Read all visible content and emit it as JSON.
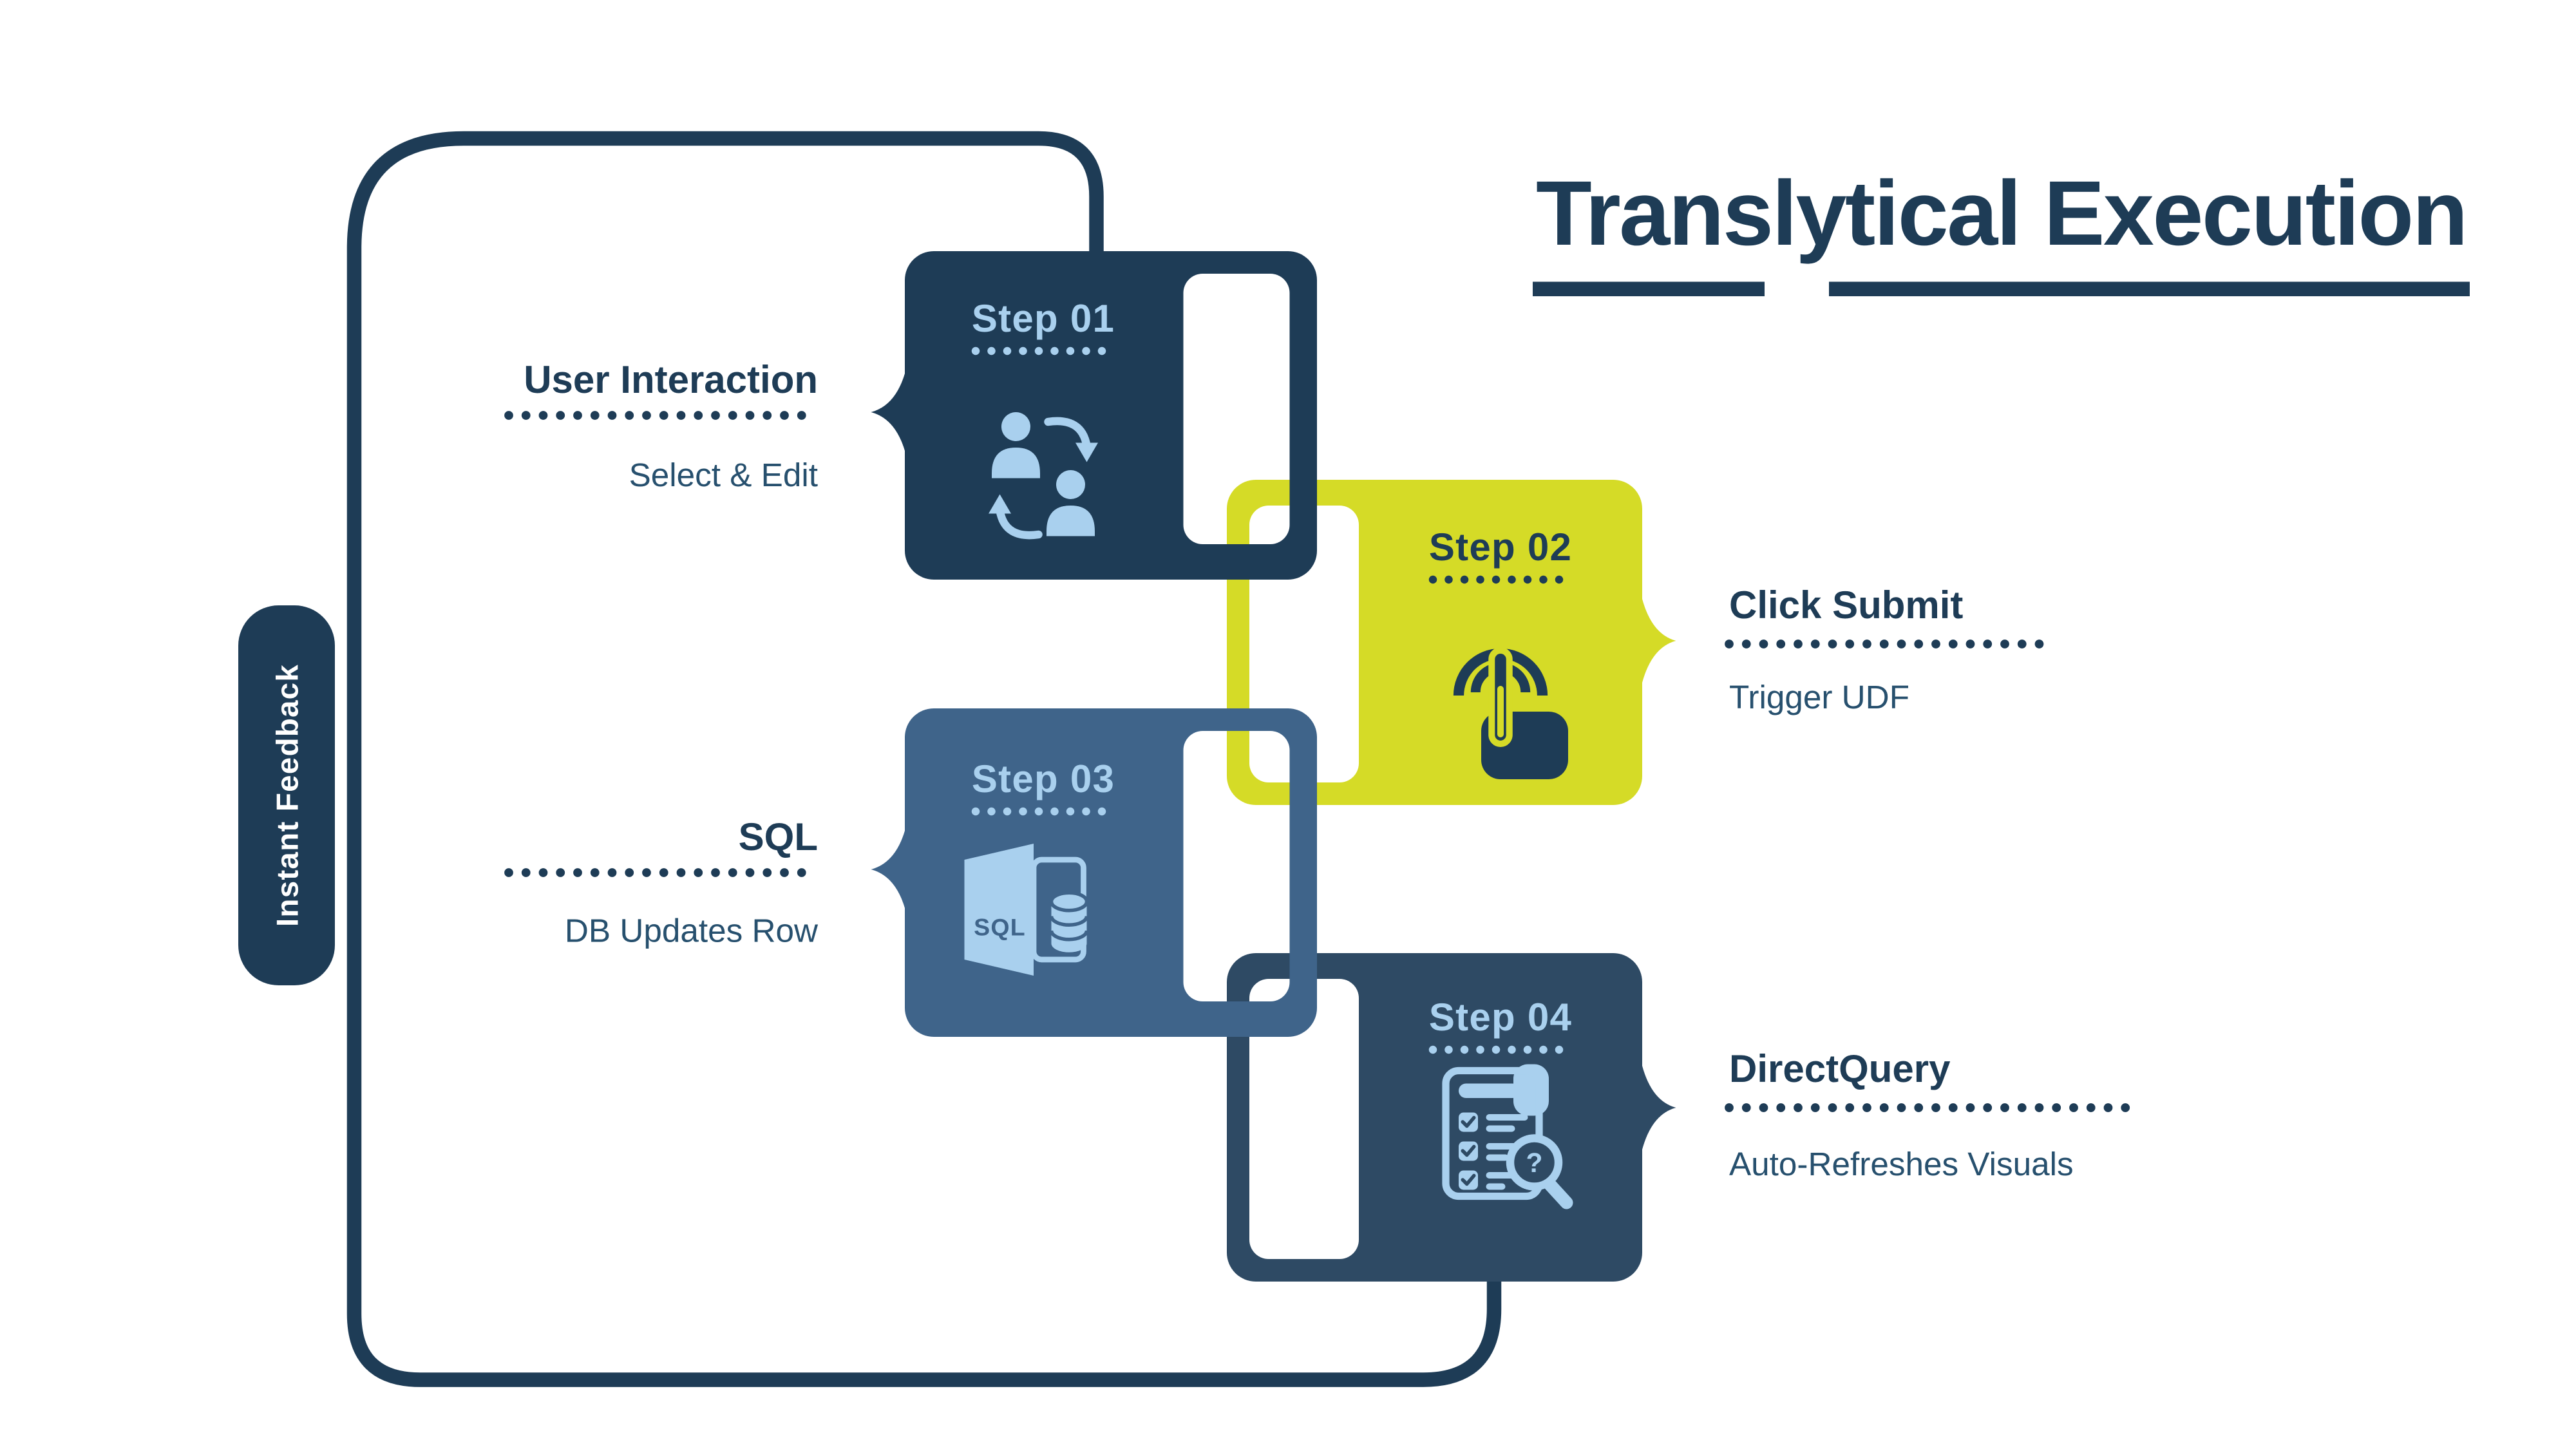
{
  "title": {
    "text": "Translytical Execution"
  },
  "loop_pill": {
    "label": "Instant Feedback"
  },
  "colors": {
    "navy": "#1e3c56",
    "navy2": "#2e4a64",
    "steel": "#3f648a",
    "yellow": "#d5db27",
    "light": "#a9d0ee",
    "subtitle": "#27506e",
    "background": "#ffffff"
  },
  "steps": [
    {
      "card_label": "Step 01",
      "title": "User Interaction",
      "subtitle": "Select & Edit",
      "icon": "user-exchange-icon",
      "label_side": "left"
    },
    {
      "card_label": "Step 02",
      "title": "Click Submit",
      "subtitle": "Trigger UDF",
      "icon": "tap-icon",
      "label_side": "right"
    },
    {
      "card_label": "Step 03",
      "title": "SQL",
      "subtitle": "DB Updates Row",
      "icon": "sql-database-icon",
      "label_side": "left"
    },
    {
      "card_label": "Step 04",
      "title": "DirectQuery",
      "subtitle": "Auto-Refreshes Visuals",
      "icon": "report-search-icon",
      "label_side": "right"
    }
  ]
}
